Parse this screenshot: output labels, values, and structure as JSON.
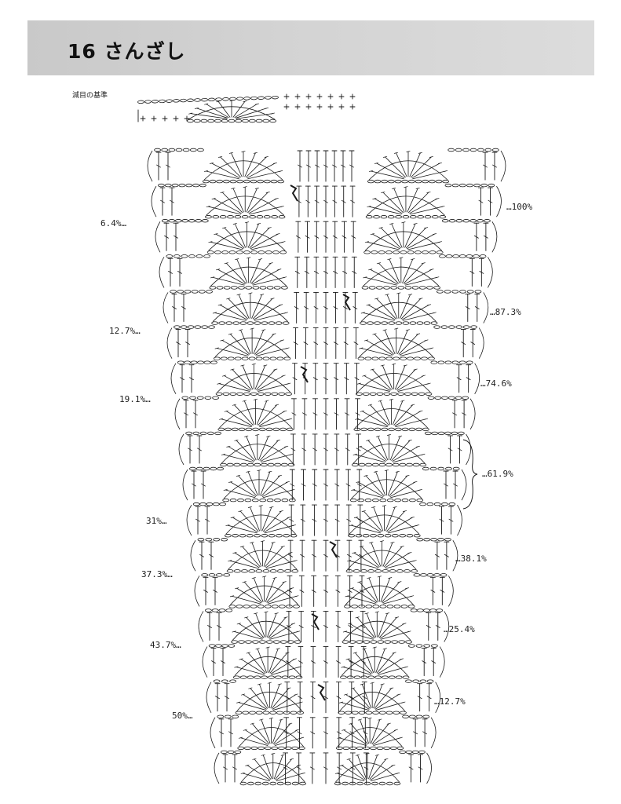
{
  "header": {
    "title": "16 さんざし"
  },
  "decrease_reference": {
    "label": "減目の基準"
  },
  "left_percentages": [
    "6.4%…",
    "12.7%…",
    "19.1%…",
    "31%…",
    "37.3%…",
    "43.7%…",
    "50%…"
  ],
  "right_percentages": [
    "…100%",
    "…87.3%",
    "…74.6%",
    "…61.9%",
    "…38.1%",
    "…25.4%",
    "…12.7%"
  ],
  "colors": {
    "band": "#d0d0d0",
    "ink": "#1a1a1a"
  },
  "icons": [
    "shell-fan-icon",
    "single-crochet-cross-icon",
    "double-crochet-stitch-icon",
    "chain-oval-icon",
    "decrease-marker-icon"
  ]
}
